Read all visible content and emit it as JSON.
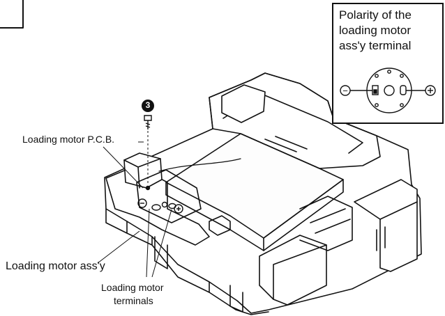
{
  "labels": {
    "step_number": "3",
    "pcb": "Loading motor P.C.B.",
    "motor_assy": "Loading motor ass'y",
    "terminals_line1": "Loading motor",
    "terminals_line2": "terminals"
  },
  "inset": {
    "line1": "Polarity of the",
    "line2": "loading motor",
    "line3": "ass'y terminal",
    "minus_symbol": "−",
    "plus_symbol": "+"
  },
  "colors": {
    "ink": "#111111",
    "paper": "#ffffff"
  },
  "icons": {
    "corner_tab": "frame-corner-icon",
    "step_badge": "step-number-badge-icon",
    "screw": "screw-icon",
    "connector": "motor-connector-icon"
  }
}
